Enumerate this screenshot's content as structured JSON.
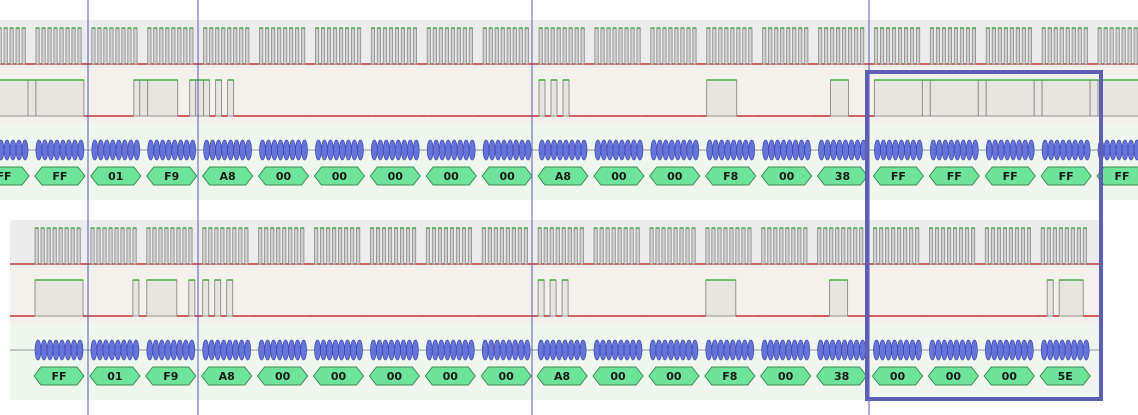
{
  "colors": {
    "high_edge": "#22aa22",
    "low_edge": "#bb1111",
    "pulse_fill": "#e8e5e0",
    "pulse_stroke": "#8a8a8a",
    "bit_fill": "#6674d8",
    "bit_stroke": "#3c4ab0",
    "byte_fill": "#6ee39a",
    "byte_stroke": "#3e8a56",
    "cursor": "#5558b8",
    "selection": "#5d5fb5"
  },
  "captures": [
    {
      "name": "capture-top",
      "bytes": [
        "FF",
        "FF",
        "01",
        "F9",
        "A8",
        "00",
        "00",
        "00",
        "00",
        "00",
        "A8",
        "00",
        "00",
        "F8",
        "00",
        "38",
        "FF",
        "FF",
        "FF",
        "FF",
        "FF"
      ]
    },
    {
      "name": "capture-bottom",
      "bytes": [
        "FF",
        "01",
        "F9",
        "A8",
        "00",
        "00",
        "00",
        "00",
        "00",
        "A8",
        "00",
        "00",
        "F8",
        "00",
        "38",
        "00",
        "00",
        "00",
        "5E"
      ]
    }
  ],
  "cursors": [
    "cursor-1",
    "cursor-2",
    "cursor-3",
    "cursor-4"
  ],
  "selection": {
    "label": "highlighted-region"
  }
}
